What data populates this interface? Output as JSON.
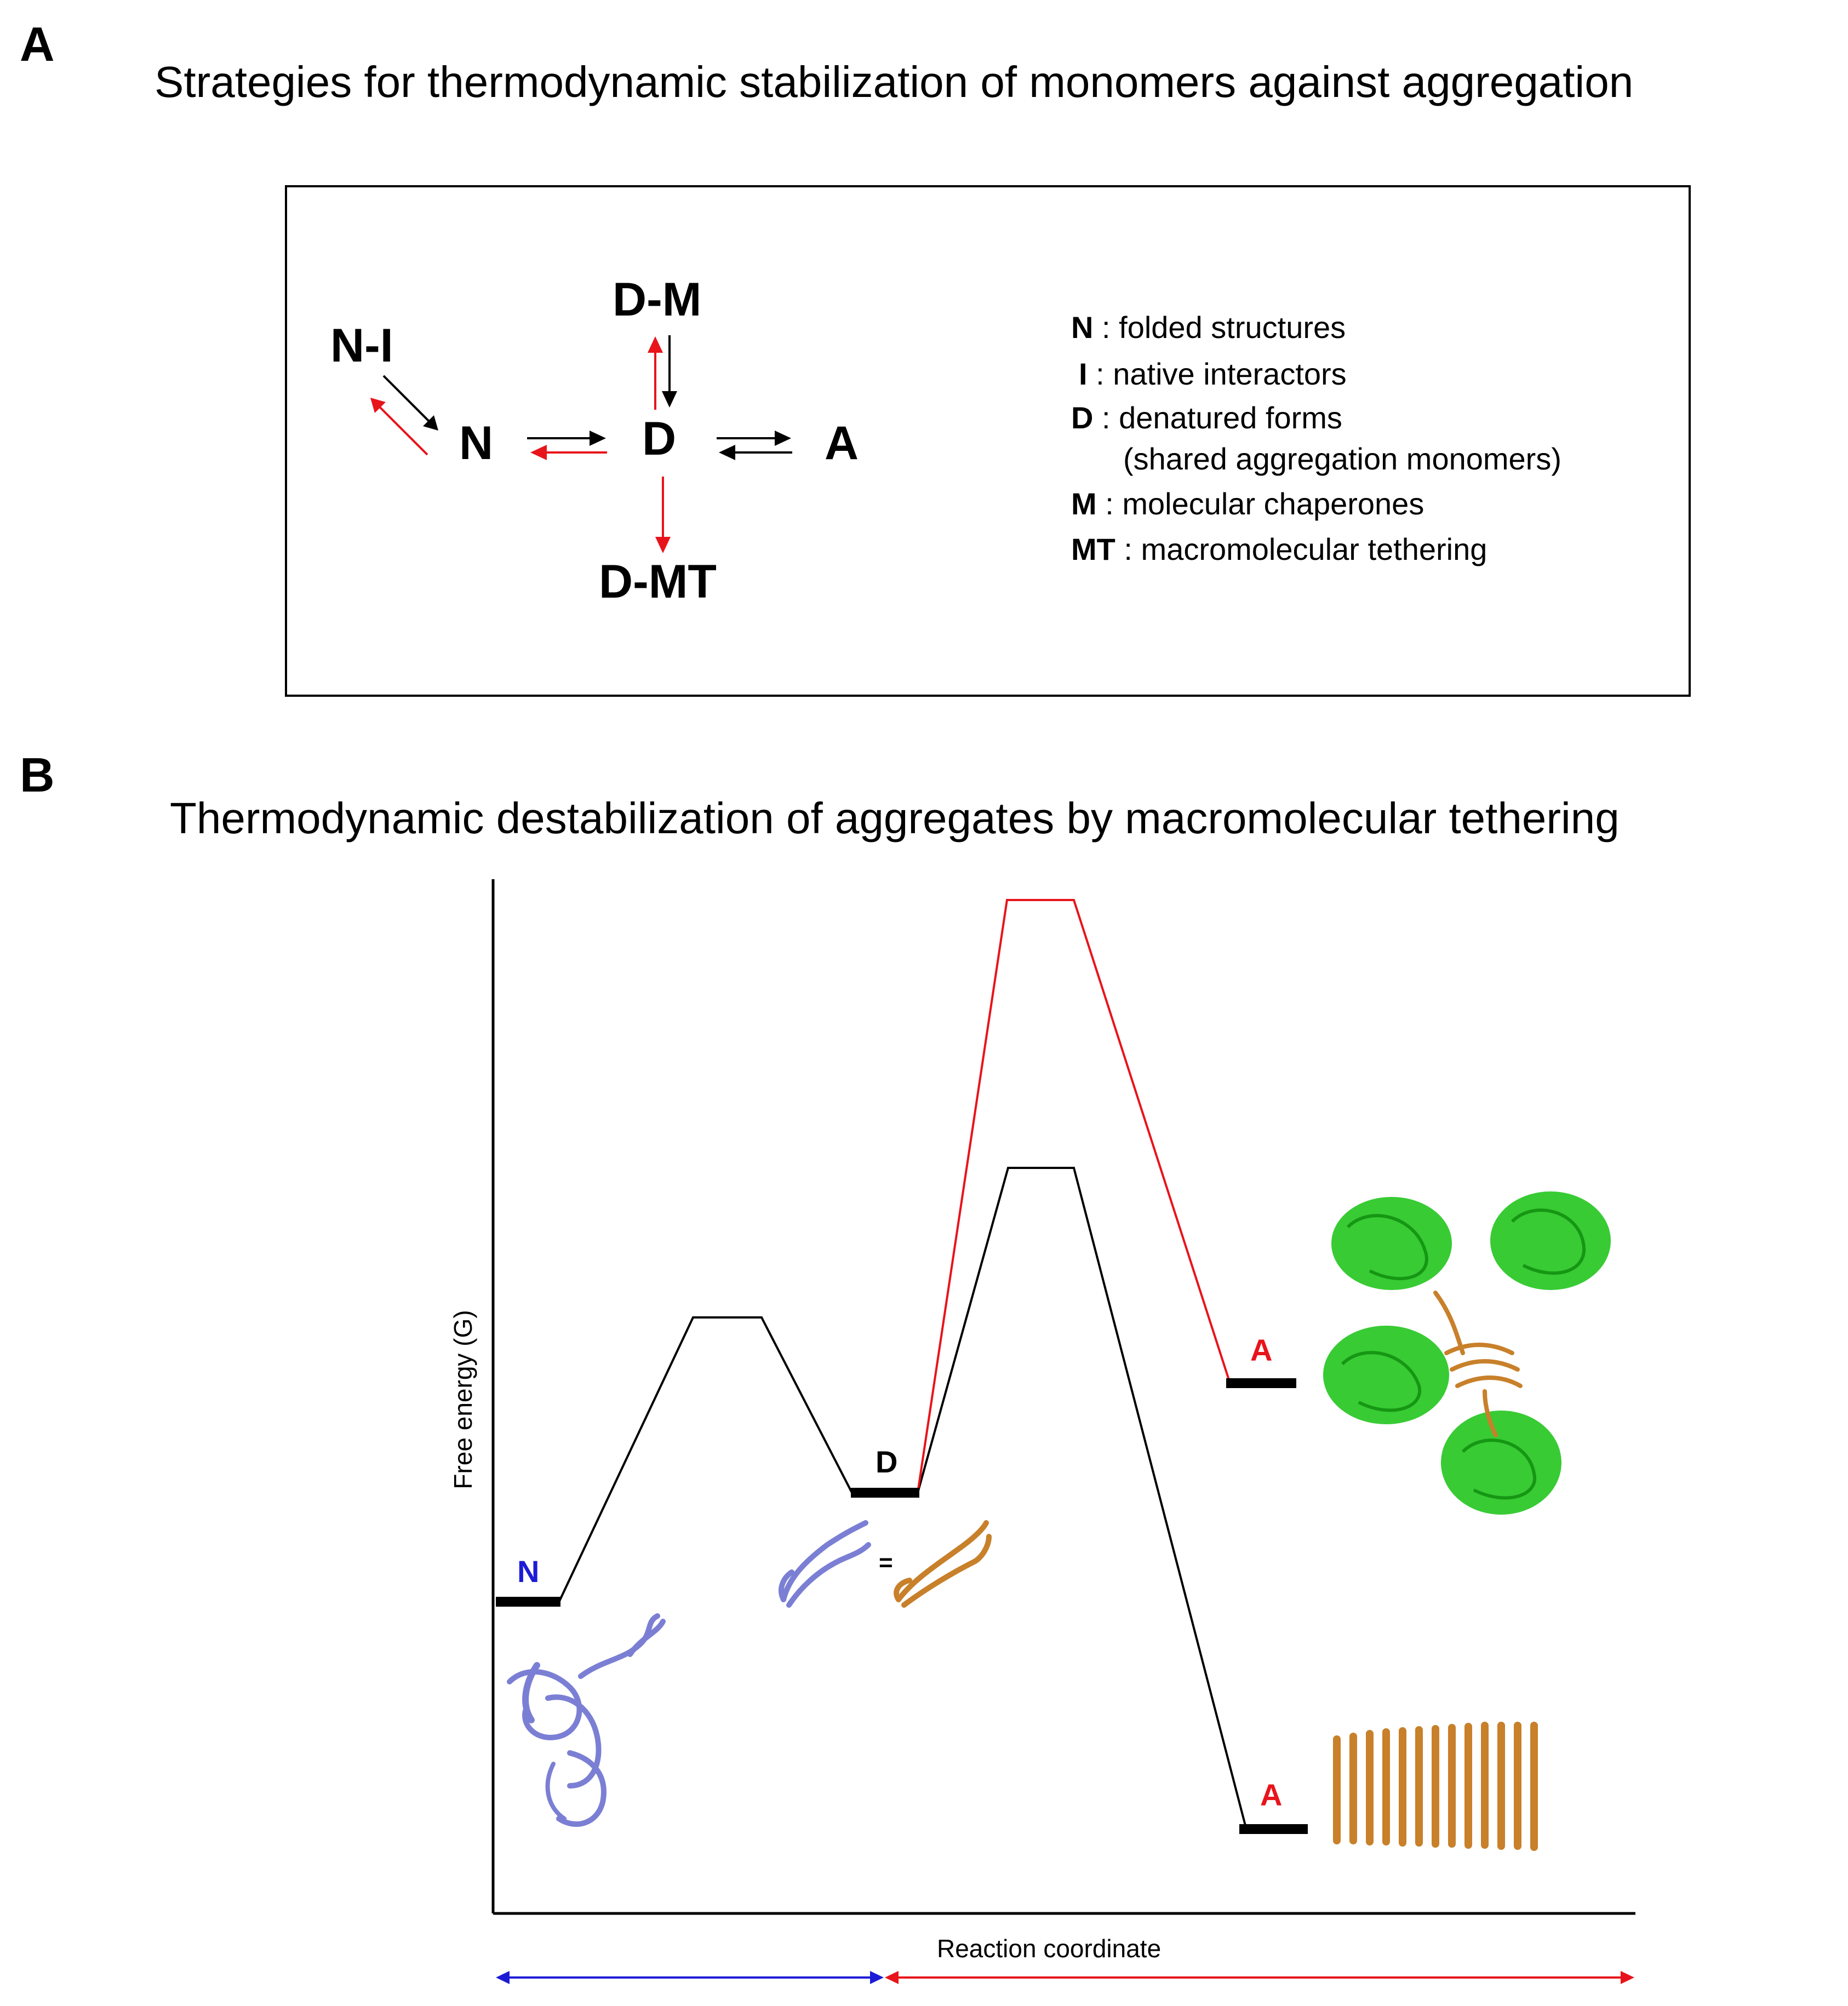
{
  "panel_a": {
    "letter": "A",
    "title": "Strategies for thermodynamic stabilization of monomers against aggregation",
    "nodes": {
      "n_i": "N-I",
      "n": "N",
      "d": "D",
      "a": "A",
      "d_m": "D-M",
      "d_mt": "D-MT"
    },
    "legend": [
      {
        "key": "N",
        "sep": " : ",
        "text": "folded structures"
      },
      {
        "key": "I",
        "sep": "  : ",
        "text": "native interactors"
      },
      {
        "key": "D",
        "sep": " : ",
        "text": "denatured forms"
      },
      {
        "key": "",
        "sep": "",
        "text": "(shared aggregation monomers)"
      },
      {
        "key": "M",
        "sep": " : ",
        "text": "molecular chaperones"
      },
      {
        "key": "MT",
        "sep": " : ",
        "text": "macromolecular tethering"
      }
    ],
    "colors": {
      "arrow_default": "#000000",
      "arrow_tethering": "#e8141b"
    }
  },
  "panel_b": {
    "letter": "B",
    "title": "Thermodynamic destabilization of aggregates by macromolecular tethering",
    "y_axis_label": "Free energy (G)",
    "x_axis_label": "Reaction coordinate",
    "states": {
      "n": "N",
      "d": "D",
      "a_tethered": "A",
      "a_untethered": "A"
    },
    "equals_sign": "=",
    "colors": {
      "n_label": "#1c1cd6",
      "a_label": "#e8141b",
      "tethered_path": "#e8141b",
      "default_path": "#000000",
      "folding_range_arrow": "#1c1cd6",
      "aggregation_range_arrow": "#e8141b",
      "native_protein": "#7b7fd4",
      "aggregate_fibril": "#c8802a",
      "tethered_domains": "#22c51e"
    }
  }
}
